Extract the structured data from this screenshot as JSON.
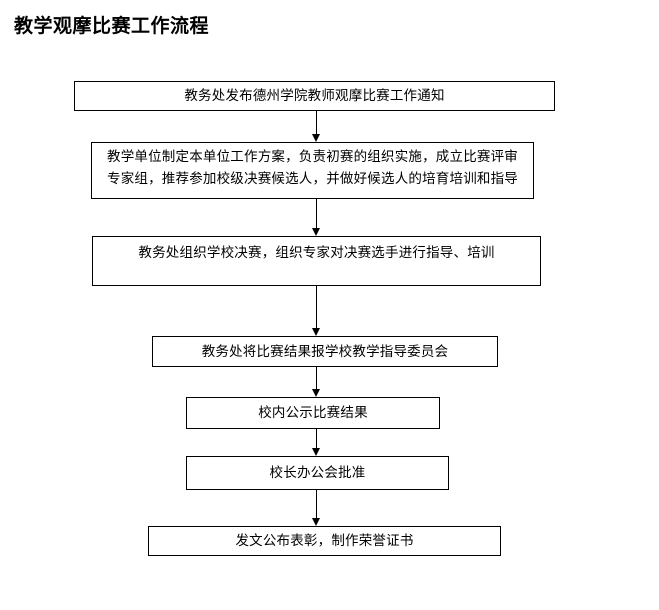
{
  "document": {
    "title": "教学观摩比赛工作流程",
    "type": "flowchart",
    "background_color": "#ffffff",
    "line_color": "#000000",
    "text_color": "#000000"
  },
  "flowchart": {
    "nodes": [
      {
        "id": "node-1",
        "name": "notice-publication",
        "text": "教务处发布德州学院教师观摩比赛工作通知",
        "lines": 1
      },
      {
        "id": "node-2",
        "name": "unit-work-plan",
        "text": "教学单位制定本单位工作方案，负责初赛的组织实施，成立比赛评审\n专家组，推荐参加校级决赛候选人，并做好候选人的培育培训和指导",
        "lines": 2
      },
      {
        "id": "node-3",
        "name": "school-final-organization",
        "text": "教务处组织学校决赛，组织专家对决赛选手进行指导、培训",
        "lines": 1
      },
      {
        "id": "node-4",
        "name": "report-results",
        "text": "教务处将比赛结果报学校教学指导委员会",
        "lines": 1
      },
      {
        "id": "node-5",
        "name": "public-announcement",
        "text": "校内公示比赛结果",
        "lines": 1
      },
      {
        "id": "node-6",
        "name": "president-office-approval",
        "text": "校长办公会批准",
        "lines": 1
      },
      {
        "id": "node-7",
        "name": "issue-commendation",
        "text": "发文公布表彰，制作荣誉证书",
        "lines": 1
      }
    ],
    "connectors": [
      {
        "id": "connector-1",
        "from": "node-1",
        "to": "node-2",
        "arrow": "down"
      },
      {
        "id": "connector-2",
        "from": "node-2",
        "to": "node-3",
        "arrow": "down"
      },
      {
        "id": "connector-3",
        "from": "node-3",
        "to": "node-4",
        "arrow": "down"
      },
      {
        "id": "connector-4",
        "from": "node-4",
        "to": "node-5",
        "arrow": "down"
      },
      {
        "id": "connector-5",
        "from": "node-5",
        "to": "node-6",
        "arrow": "down"
      },
      {
        "id": "connector-6",
        "from": "node-6",
        "to": "node-7",
        "arrow": "down"
      }
    ]
  }
}
